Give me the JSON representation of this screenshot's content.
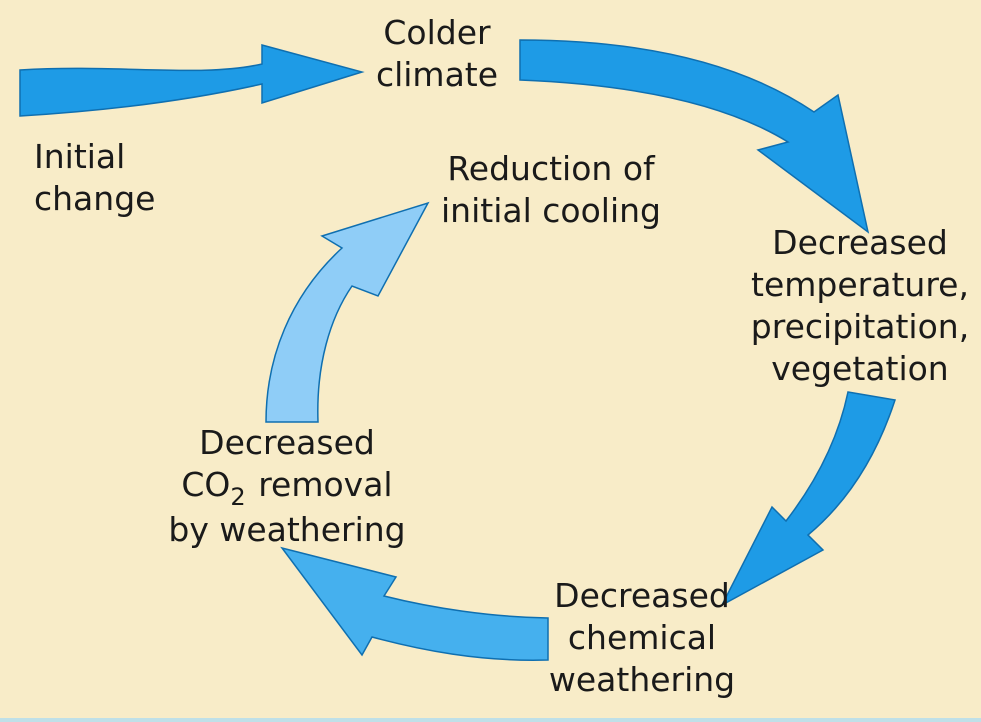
{
  "nodes": {
    "initial_change": {
      "line1": "Initial",
      "line2": "change"
    },
    "colder_climate": {
      "line1": "Colder",
      "line2": "climate"
    },
    "decreased_temp": {
      "line1": "Decreased",
      "line2": "temperature,",
      "line3": "precipitation,",
      "line4": "vegetation"
    },
    "decreased_chem": {
      "line1": "Decreased",
      "line2": "chemical",
      "line3": "weathering"
    },
    "decreased_co2": {
      "line1": "Decreased",
      "co": "CO",
      "sub": "2",
      "removal": "removal",
      "line3": "by weathering"
    },
    "reduction": {
      "line1": "Reduction of",
      "line2": "initial cooling"
    }
  },
  "colors": {
    "background": "#f8ecc8",
    "arrow_dark": "#1e9be6",
    "arrow_mid": "#45b0ee",
    "arrow_light": "#8fcdf7",
    "arrow_stroke": "#0f6fb0"
  }
}
